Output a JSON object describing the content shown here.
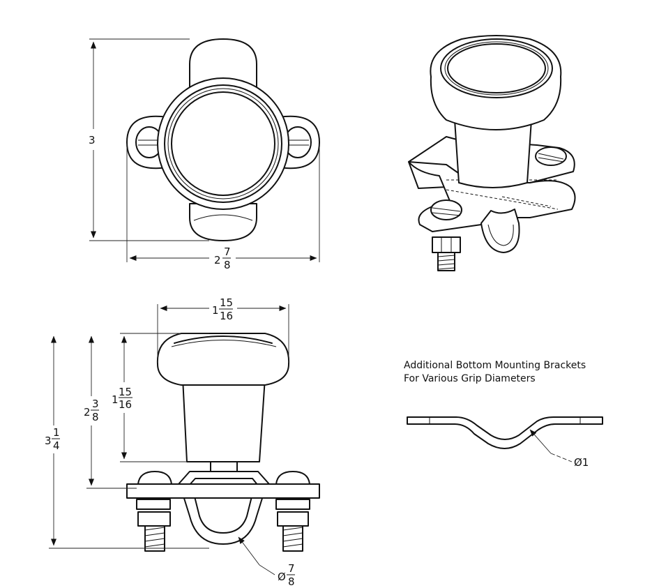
{
  "dims": {
    "top_height": "3",
    "top_width_whole": "2",
    "top_width_num": "7",
    "top_width_den": "8",
    "knob_width_whole": "1",
    "knob_width_num": "15",
    "knob_width_den": "16",
    "knob_height_whole": "1",
    "knob_height_num": "15",
    "knob_height_den": "16",
    "mid_height_whole": "2",
    "mid_height_num": "3",
    "mid_height_den": "8",
    "total_height_whole": "3",
    "total_height_num": "1",
    "total_height_den": "4",
    "clamp_dia_prefix": "Ø",
    "clamp_dia_num": "7",
    "clamp_dia_den": "8",
    "bracket_dia": "Ø1"
  },
  "note": {
    "line1": "Additional Bottom Mounting Brackets",
    "line2": "For Various Grip Diameters"
  }
}
